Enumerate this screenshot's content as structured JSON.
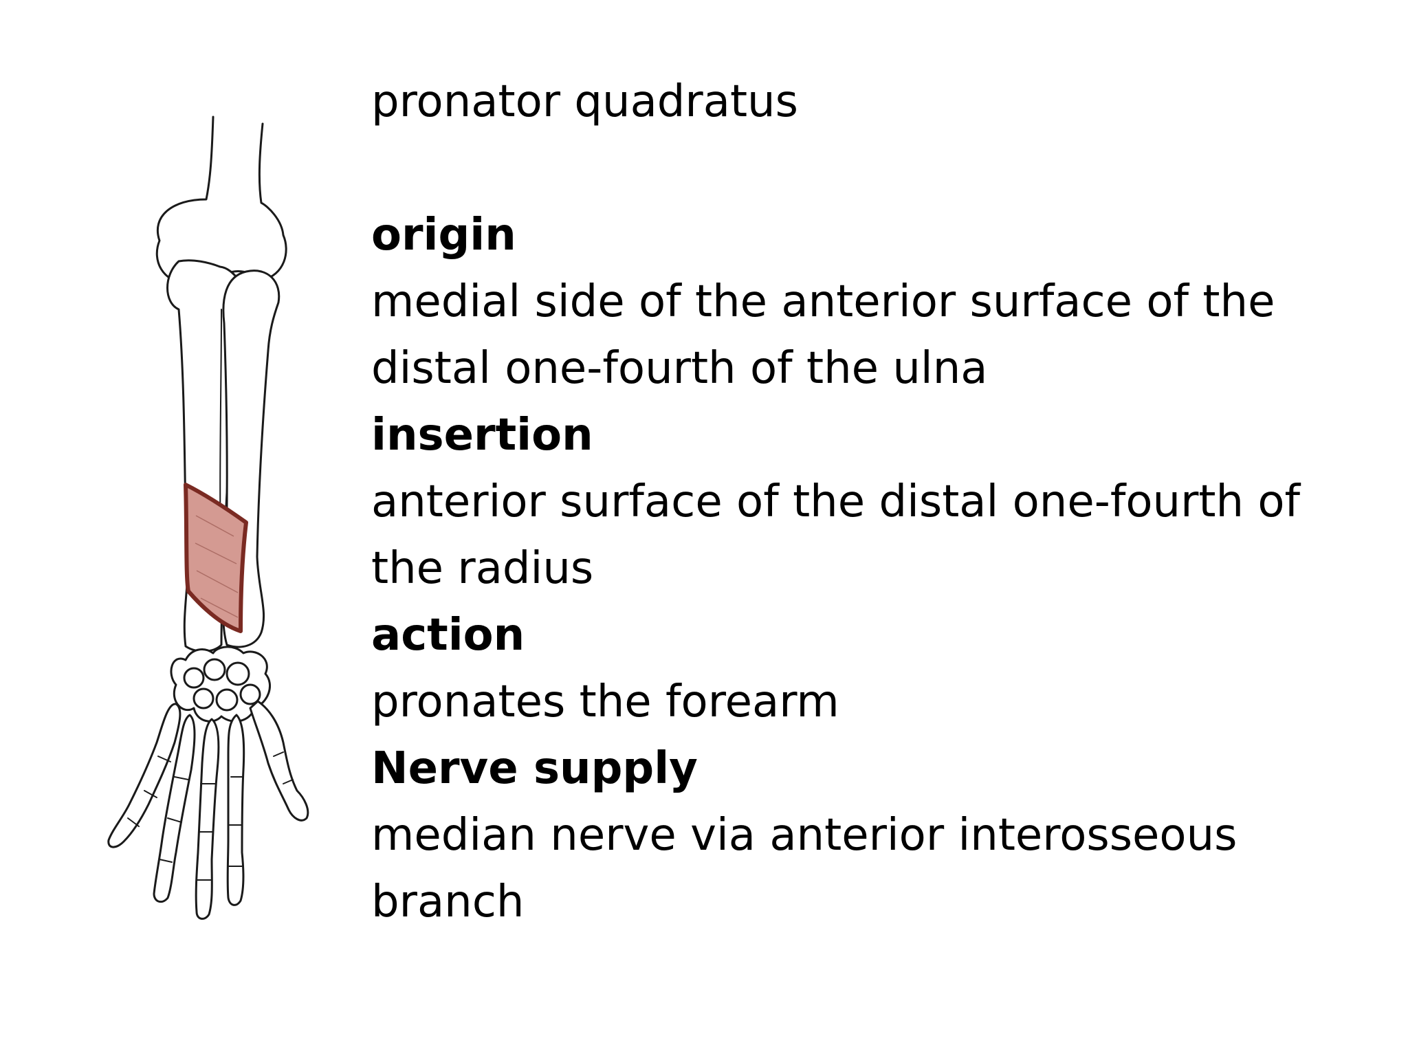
{
  "title": "pronator quadratus",
  "sections": [
    {
      "heading": "origin",
      "lines": [
        "medial side of the anterior surface of the",
        "distal one-fourth of the ulna"
      ]
    },
    {
      "heading": "insertion",
      "lines": [
        "anterior surface of the distal one-fourth of",
        "the radius"
      ]
    },
    {
      "heading": "action",
      "lines": [
        "pronates the forearm"
      ]
    },
    {
      "heading": "Nerve supply",
      "lines": [
        "median nerve via anterior interosseous",
        "branch"
      ]
    }
  ],
  "colors": {
    "muscle_fill": "#d49a92",
    "muscle_outline": "#7a2a22",
    "bone_outline": "#1a1a1a",
    "text": "#000000"
  }
}
